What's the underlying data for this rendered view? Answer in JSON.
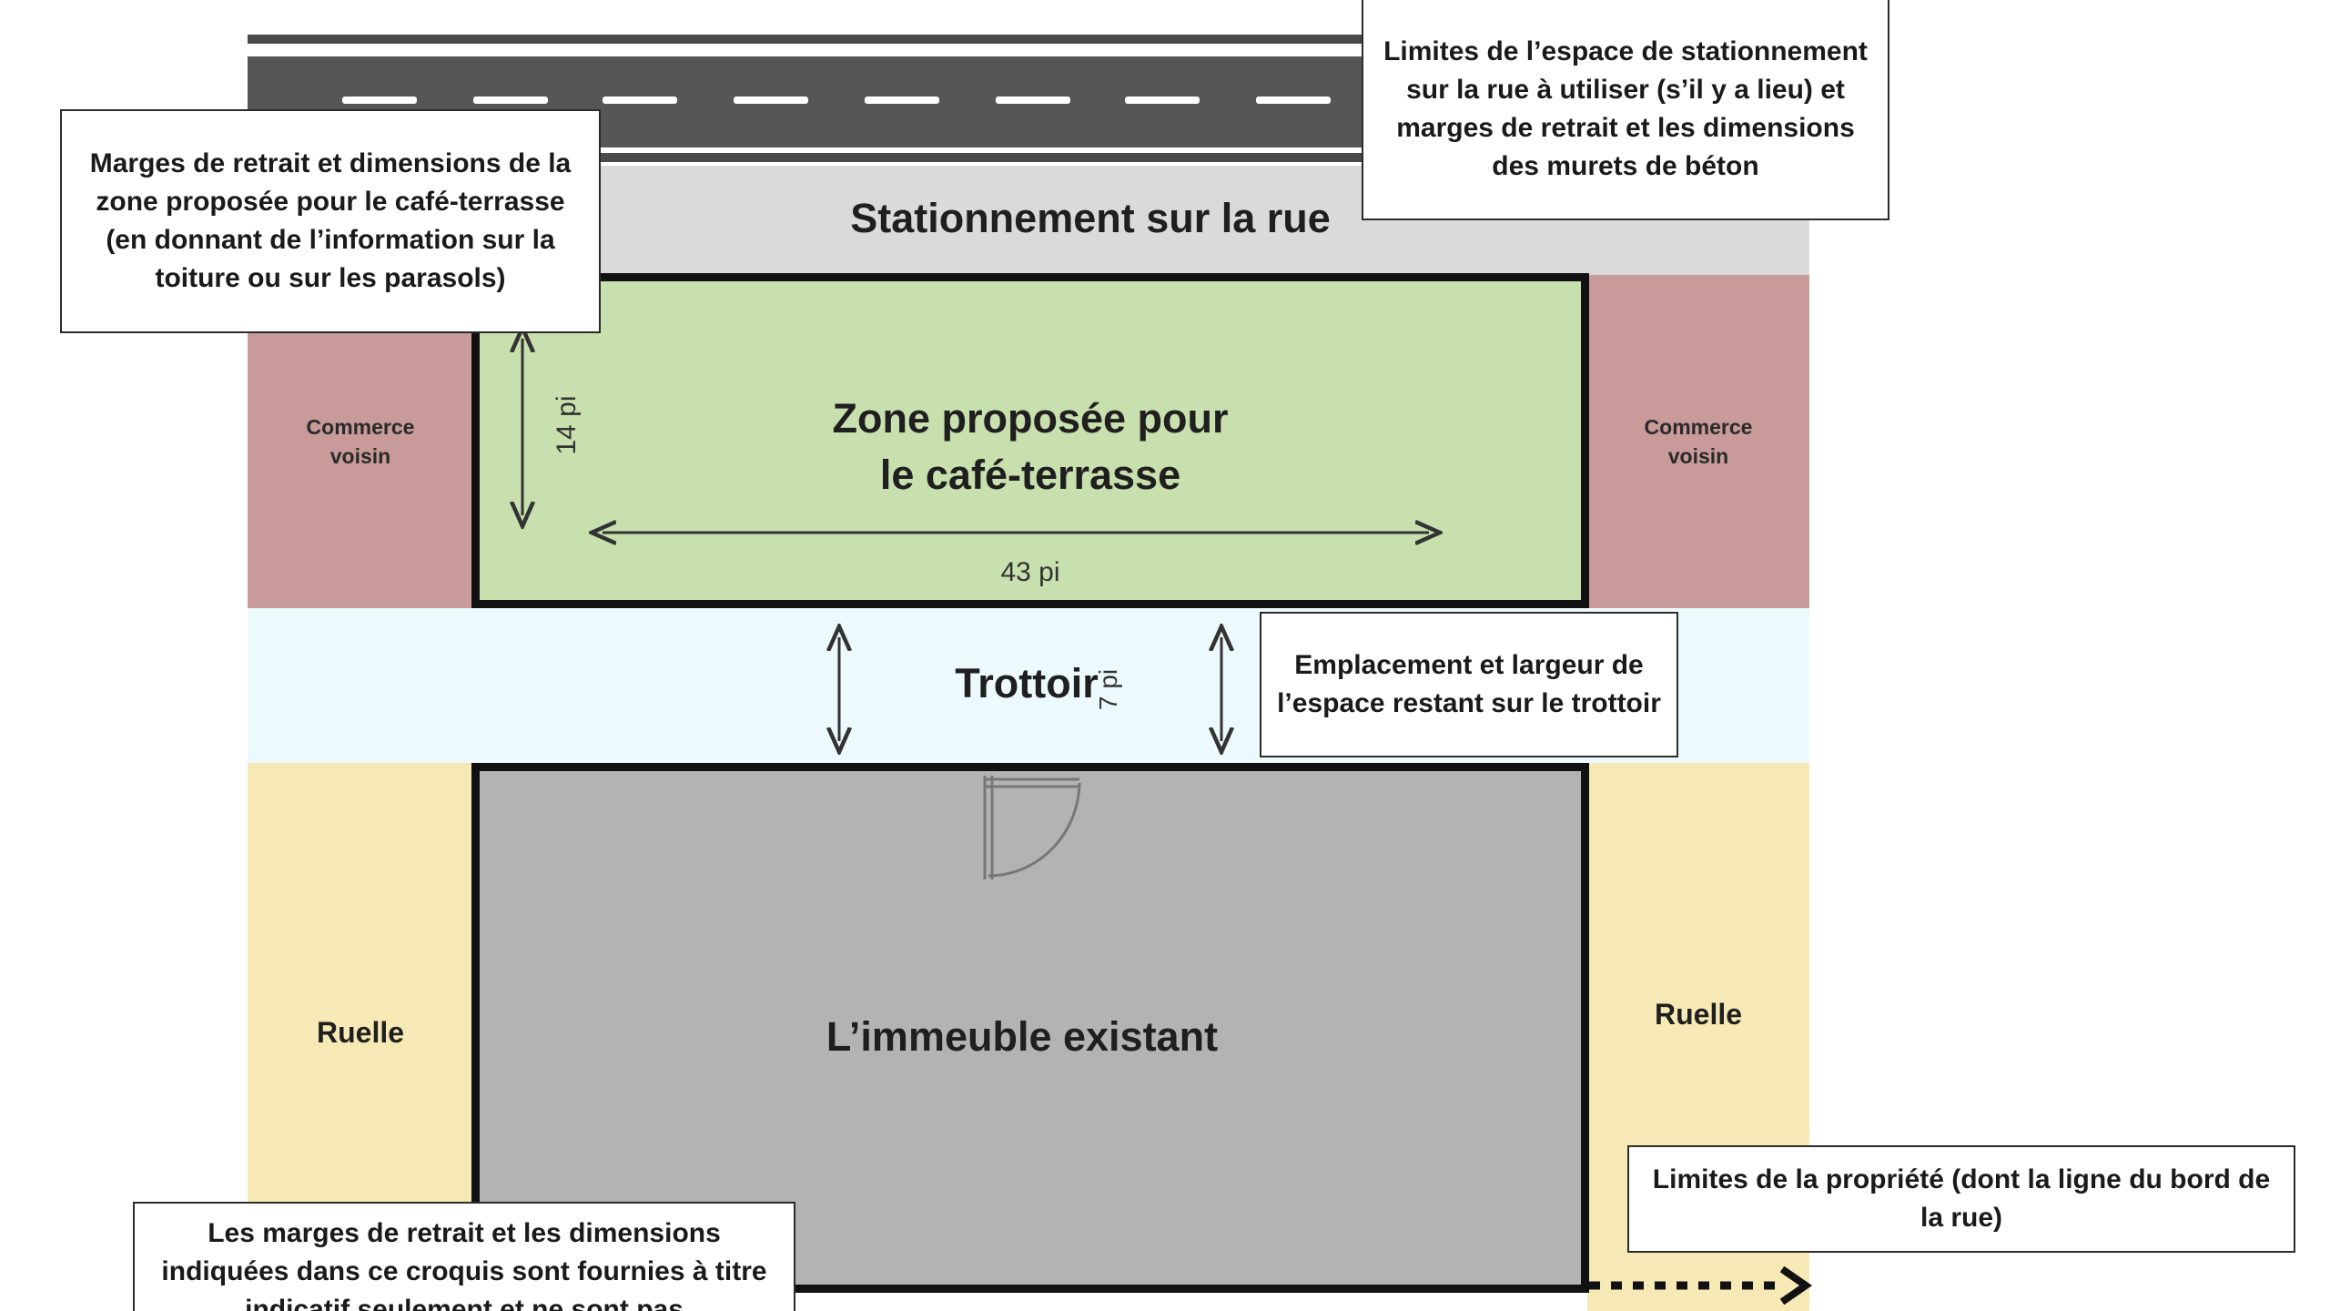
{
  "diagram": {
    "street_parking_label": "Stationnement sur la rue",
    "terrace_label_line1": "Zone proposée pour",
    "terrace_label_line2": "le café-terrasse",
    "terrace_width_label": "43 pi",
    "terrace_depth_label": "14 pi",
    "sidewalk_label": "Trottoir",
    "sidewalk_width_label": "7 pi",
    "neighbor_left_line1": "Commerce",
    "neighbor_left_line2": "voisin",
    "neighbor_right_line1": "Commerce",
    "neighbor_right_line2": "voisin",
    "alley_left_label": "Ruelle",
    "alley_right_label": "Ruelle",
    "building_label": "L’immeuble existant"
  },
  "notes": {
    "terrace_setbacks": "Marges de retrait et dimensions de la zone proposée pour le café-terrasse (en donnant de l’information sur la toiture ou sur les parasols)",
    "parking_limits": "Limites de l’espace de stationnement sur la rue à utiliser (s’il y a lieu) et marges de retrait et les dimensions des murets de béton",
    "sidewalk_remaining": "Emplacement et largeur de l’espace restant sur le trottoir",
    "property_limits": "Limites de la propriété (dont la ligne du bord de la rue)",
    "disclaimer": "Les marges de retrait et les dimensions indiquées dans ce croquis sont fournies à titre indicatif seulement et ne sont pas"
  },
  "colors": {
    "road": "#565656",
    "parking": "#dadada",
    "neighbor": "#c89a9a",
    "terrace": "#c8dfae",
    "sidewalk": "#ecfafe",
    "alley": "#f7e9b6",
    "building": "#b3b3b3"
  }
}
